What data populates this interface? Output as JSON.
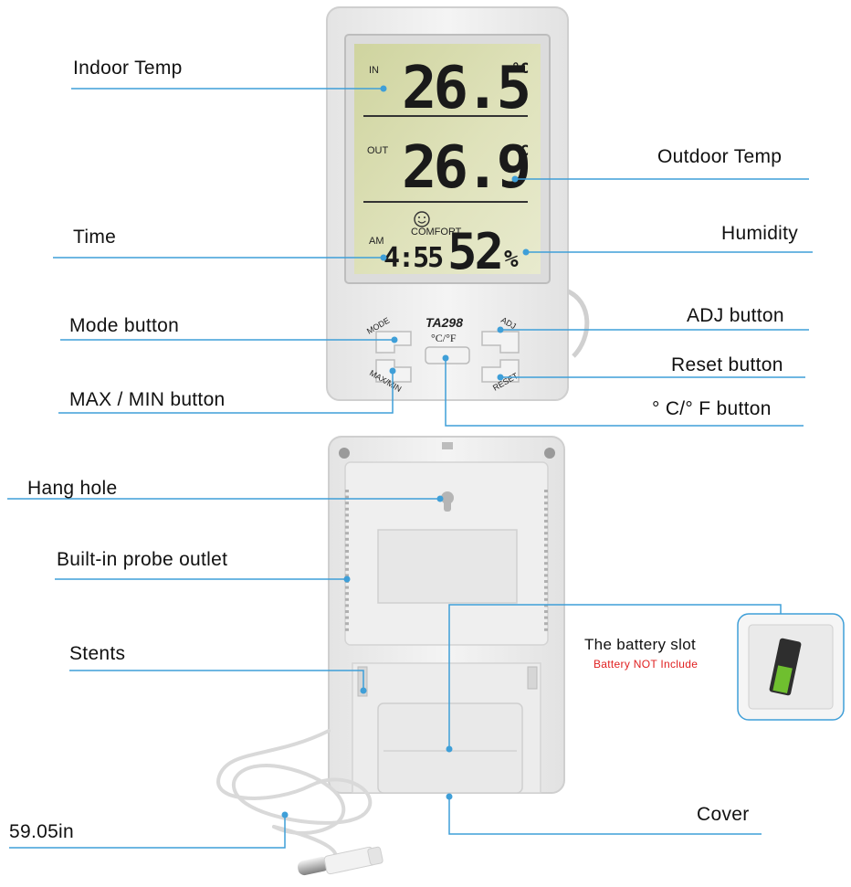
{
  "labels": {
    "indoor_temp": "Indoor Temp",
    "outdoor_temp": "Outdoor Temp",
    "time": "Time",
    "humidity": "Humidity",
    "mode_button": "Mode button",
    "adj_button": "ADJ button",
    "reset_button": "Reset button",
    "maxmin_button": "MAX / MIN button",
    "cf_button": "° C/° F button",
    "hang_hole": "Hang hole",
    "probe_outlet": "Built-in probe outlet",
    "stents": "Stents",
    "battery_slot": "The battery slot",
    "battery_note": "Battery NOT Include",
    "cable_length": "59.05in",
    "cover": "Cover"
  },
  "display": {
    "in_tag": "IN",
    "indoor_value": "26.5",
    "out_tag": "OUT",
    "outdoor_value": "26.9",
    "unit": "°C",
    "am_tag": "AM",
    "time_value": "4:55",
    "humidity_value": "52",
    "humidity_unit": "%",
    "comfort_tag": "COMFORT"
  },
  "device": {
    "model": "TA298",
    "cf_text": "°C/°F",
    "mode_text": "MODE",
    "adj_text": "ADJ",
    "maxmin_text": "MAX/MIN",
    "reset_text": "RESET"
  },
  "colors": {
    "leader_line": "#3f9fd8",
    "battery_note": "#e02020",
    "lcd_background": "#d8dcae",
    "device_body": "#eeeeee"
  }
}
